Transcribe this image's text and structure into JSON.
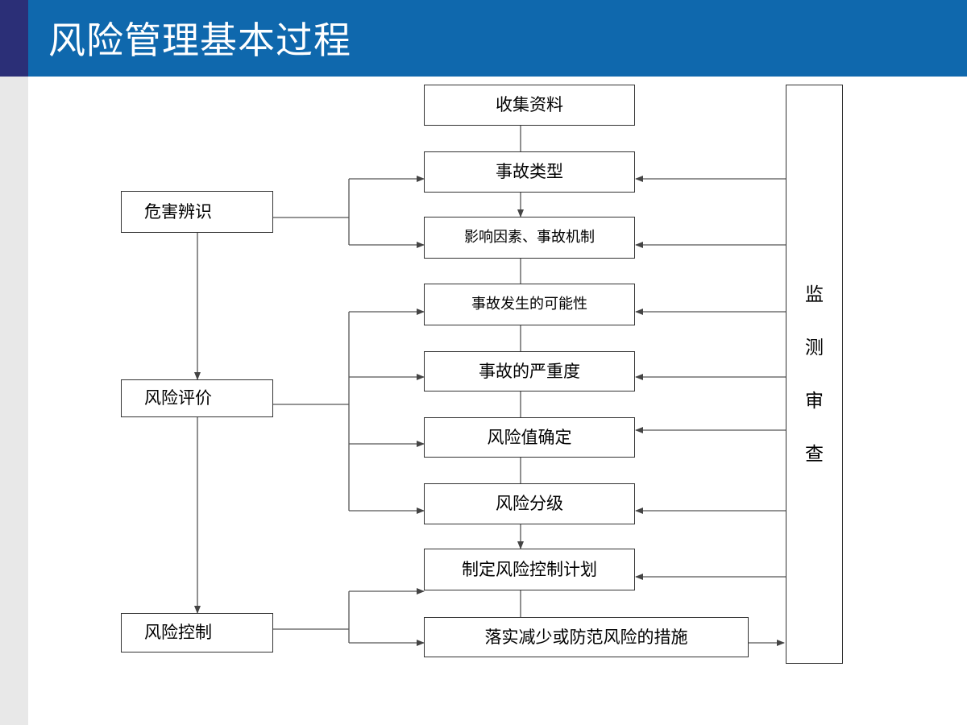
{
  "title": "风险管理基本过程",
  "process_steps": [
    "收集资料",
    "事故类型",
    "影响因素、事故机制",
    "事故发生的可能性",
    "事故的严重度",
    "风险值确定",
    "风险分级",
    "制定风险控制计划",
    "落实减少或防范风险的措施"
  ],
  "phases": {
    "identify": "危害辨识",
    "evaluate": "风险评价",
    "control": "风险控制"
  },
  "monitor_chars": [
    "监",
    "测",
    "审",
    "查"
  ]
}
